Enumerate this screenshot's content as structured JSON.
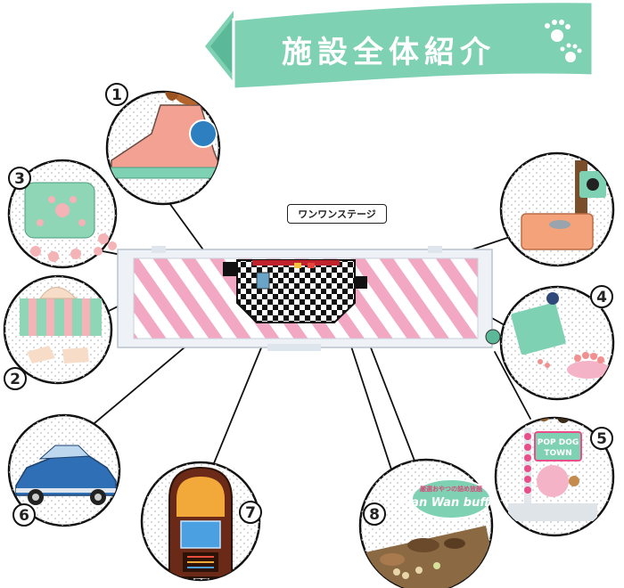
{
  "title": "施設全体紹介",
  "stage_label": "ワンワンステージ",
  "facilities": [
    {
      "number": "1",
      "icon": "sneaker-with-dog-icon"
    },
    {
      "number": "2",
      "icon": "tissue-box-icon"
    },
    {
      "number": "3",
      "icon": "paw-cushion-icon"
    },
    {
      "number": "4",
      "icon": "dog-food-box-icon"
    },
    {
      "number": "5",
      "icon": "pop-dog-town-sign-icon"
    },
    {
      "number": "6",
      "icon": "vintage-car-icon"
    },
    {
      "number": "7",
      "icon": "jukebox-icon"
    },
    {
      "number": "8",
      "icon": "buffet-snacks-icon"
    }
  ],
  "buffet_sign": {
    "line1": "厳選おやつの詰め放題",
    "line2": "Wan Wan buffet"
  },
  "pop_dog_sign": {
    "line1": "POP DOG",
    "line2": "TOWN"
  },
  "colors": {
    "ribbon": "#7fd1b4",
    "stripe_pink": "#f2a7c3",
    "circle_outline": "#111111",
    "dots": "#cfcfcf"
  }
}
